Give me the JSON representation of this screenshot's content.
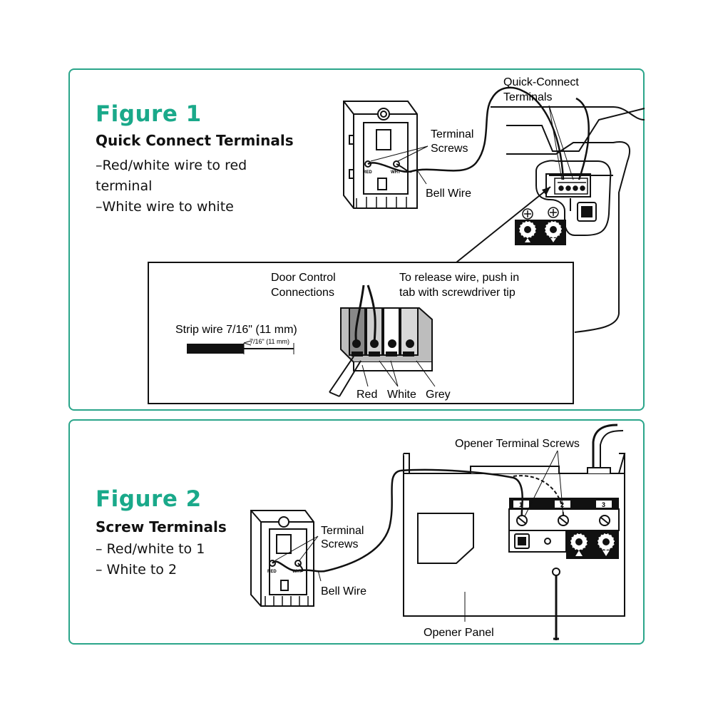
{
  "colors": {
    "accent": "#1aa98a",
    "border": "#2aa58a",
    "ink": "#111111"
  },
  "figure1": {
    "title": "Figure 1",
    "subtitle": "Quick Connect Terminals",
    "lines": [
      "–Red/white wire to red",
      "terminal",
      "–White wire to white"
    ],
    "labels": {
      "quick_connect_1": "Quick-Connect",
      "quick_connect_2": "Terminals",
      "terminal_screws_1": "Terminal",
      "terminal_screws_2": "Screws",
      "bell_wire": "Bell Wire",
      "door_control_1": "Door Control",
      "door_control_2": "Connections",
      "release_1": "To release wire, push in",
      "release_2": "tab with screwdriver tip",
      "strip": "Strip wire 7/16\" (11 mm)",
      "strip_small": "7/16\" (11 mm)",
      "red": "Red",
      "white": "White",
      "grey": "Grey",
      "red_terminal": "RED",
      "wht_terminal": "WHT"
    }
  },
  "figure2": {
    "title": "Figure 2",
    "subtitle": "Screw Terminals",
    "lines": [
      "– Red/white to 1",
      "– White to 2"
    ],
    "labels": {
      "opener_screws": "Opener Terminal Screws",
      "terminal_screws_1": "Terminal",
      "terminal_screws_2": "Screws",
      "bell_wire": "Bell Wire",
      "opener_panel": "Opener Panel",
      "term1": "1",
      "term2": "2",
      "term3": "3",
      "red_terminal": "RED",
      "wht_terminal": "WHT"
    }
  }
}
